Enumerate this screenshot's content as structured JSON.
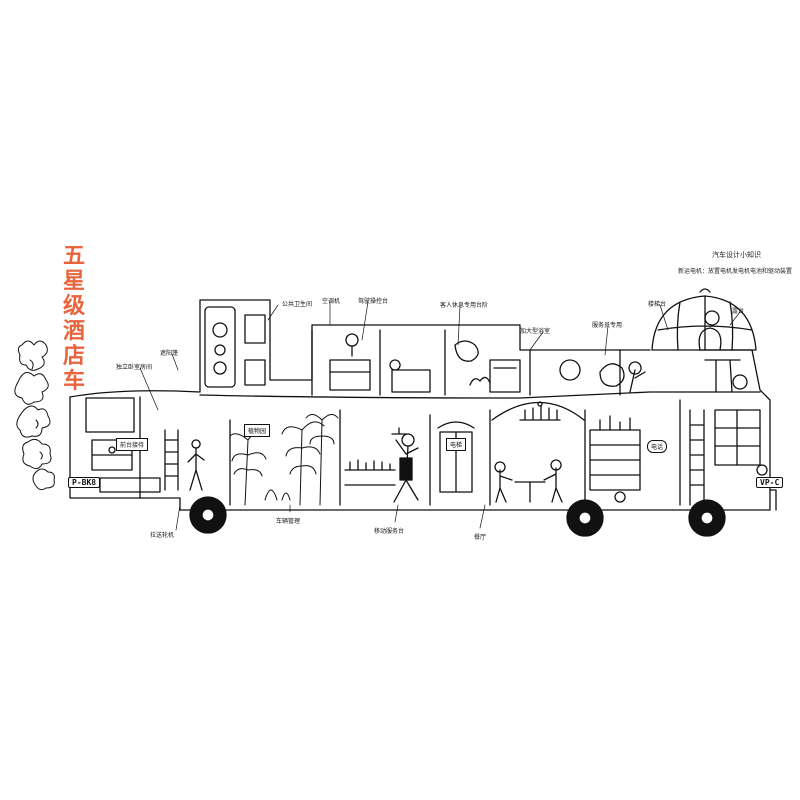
{
  "title_chars": [
    "五",
    "星",
    "级",
    "酒",
    "店",
    "车"
  ],
  "note": {
    "title": "汽车设计小知识",
    "body": "新运电机：放置电机发电机电池和驱动装置"
  },
  "labels": {
    "a": "遮阳篷",
    "b": "独立卧室房间",
    "c": "公共卫生间",
    "d": "空调机",
    "e": "驾驶操控台",
    "f": "客人休息专用台阶",
    "g": "加大型浴室",
    "h": "服务员专用",
    "i": "楼梯台",
    "j": "露台",
    "k": "拉送轮机",
    "l": "车辆管理",
    "m": "移动服务台",
    "n": "餐厅"
  },
  "signs": {
    "garden": "植物园",
    "elevator": "电梯",
    "phone": "电话",
    "recept": "前台接待"
  },
  "plates": {
    "rear": "P-BK8",
    "front": "VP-C"
  },
  "colors": {
    "title": "#e8643c",
    "ink": "#111111"
  }
}
